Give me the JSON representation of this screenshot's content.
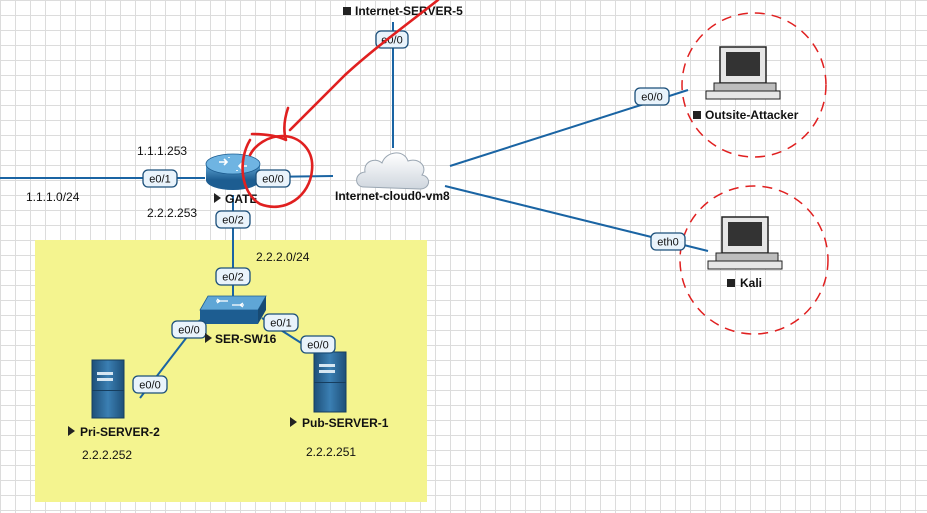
{
  "colors": {
    "link": "#1a64a3",
    "lan_zone": "#f4f48f",
    "port_fill": "#e9f3fb",
    "port_border": "#1b4f7a",
    "annotation_red": "#e02020",
    "zone_circle": "#e02020"
  },
  "nodes": {
    "internet_server5": {
      "label": "Internet-SERVER-5",
      "icon": "status-square-icon"
    },
    "gate": {
      "label": "GATE",
      "icon": "router-icon",
      "ip_outside": "1.1.1.253",
      "ip_inside": "2.2.2.253"
    },
    "cloud": {
      "label": "Internet-cloud0-vm8",
      "icon": "cloud-icon"
    },
    "outsite_attacker": {
      "label": "Outsite-Attacker",
      "icon": "workstation-icon"
    },
    "kali": {
      "label": "Kali",
      "icon": "workstation-icon"
    },
    "ser_sw16": {
      "label": "SER-SW16",
      "icon": "switch-icon"
    },
    "pri_server2": {
      "label": "Pri-SERVER-2",
      "ip": "2.2.2.252",
      "icon": "server-icon"
    },
    "pub_server1": {
      "label": "Pub-SERVER-1",
      "ip": "2.2.2.251",
      "icon": "server-icon"
    }
  },
  "networks": {
    "outside": "1.1.1.0/24",
    "inside": "2.2.2.0/24"
  },
  "ports": {
    "server5_e0": "e0/0",
    "gate_e01": "e0/1",
    "gate_e00": "e0/0",
    "gate_e02": "e0/2",
    "sw_e02": "e0/2",
    "sw_e00": "e0/0",
    "sw_e01": "e0/1",
    "pri_e00": "e0/0",
    "pub_e00": "e0/0",
    "attacker_e00": "e0/0",
    "kali_eth0": "eth0"
  }
}
